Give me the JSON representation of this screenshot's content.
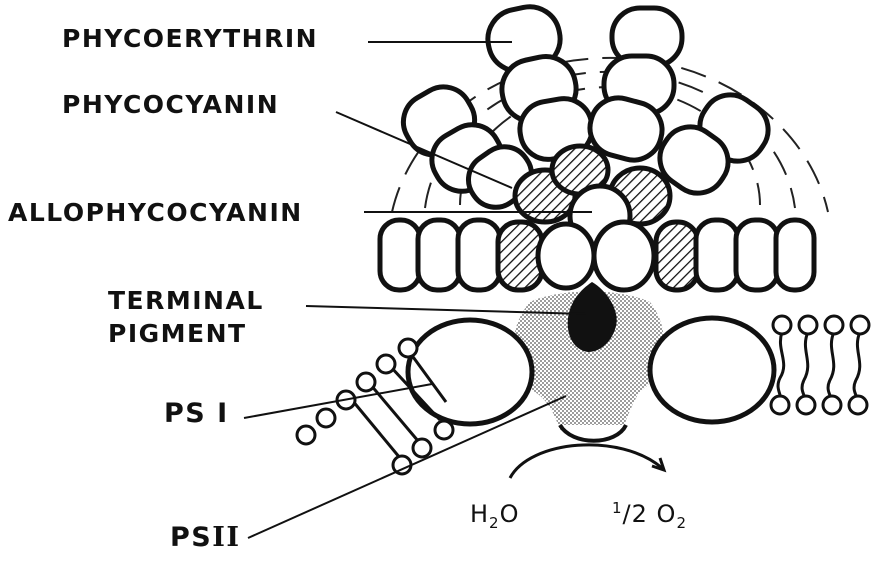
{
  "labels": {
    "phycoerythrin": "PHYCOERYTHRIN",
    "phycocyanin": "PHYCOCYANIN",
    "allophycocyanin": "ALLOPHYCOCYANIN",
    "terminal_line1": "TERMINAL",
    "terminal_line2": "PIGMENT",
    "ps1": "PS I",
    "ps2_prefix": "PS",
    "ps2_numeral": "II",
    "water_h": "H",
    "water_sub": "2",
    "water_o": "O",
    "oxygen_num": "1",
    "oxygen_den": "/2",
    "oxygen_o": "O",
    "oxygen_sub": "2"
  },
  "colors": {
    "ink": "#111111",
    "background": "#ffffff",
    "stipple": "#9a9a9a"
  }
}
